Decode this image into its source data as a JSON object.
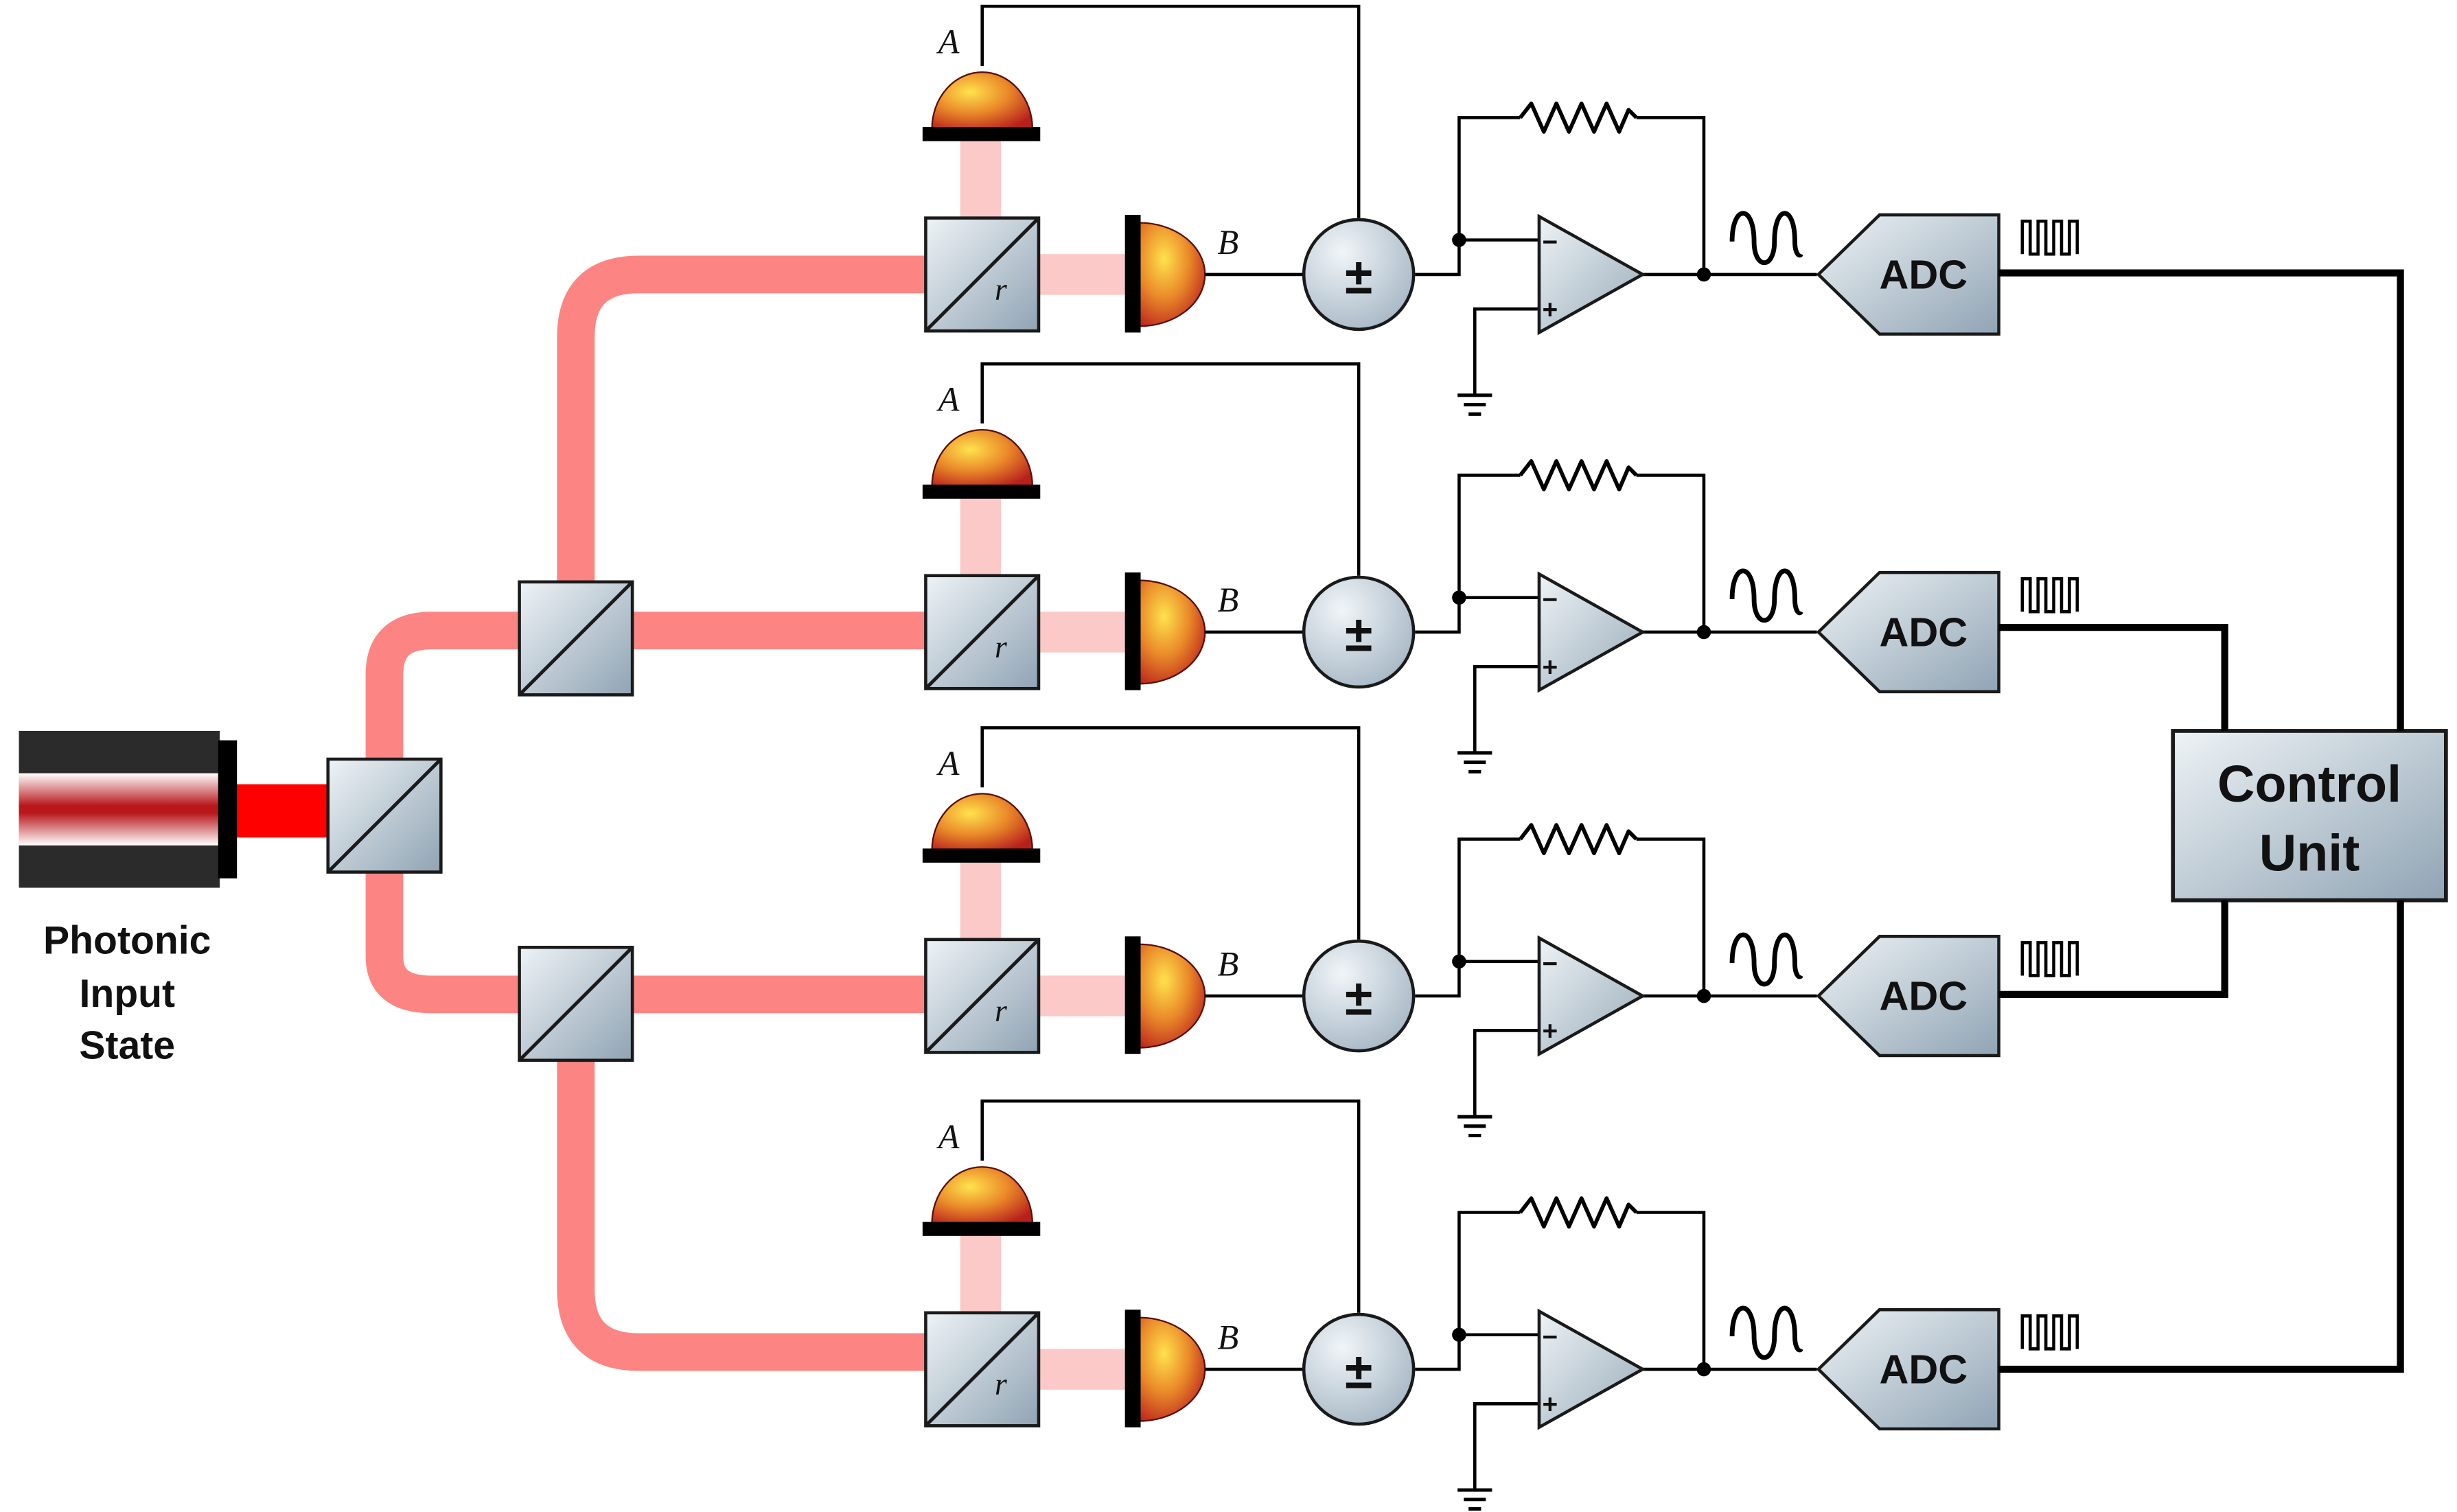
{
  "labels": {
    "source_line1": "Photonic",
    "source_line2": "Input",
    "source_line3": "State",
    "control_line1": "Control",
    "control_line2": "Unit"
  },
  "channels": [
    {
      "detector_a": "A",
      "detector_b": "B",
      "splitter_label": "r",
      "subtractor": "±",
      "opamp_minus": "−",
      "opamp_plus": "+",
      "adc": "ADC"
    },
    {
      "detector_a": "A",
      "detector_b": "B",
      "splitter_label": "r",
      "subtractor": "±",
      "opamp_minus": "−",
      "opamp_plus": "+",
      "adc": "ADC"
    },
    {
      "detector_a": "A",
      "detector_b": "B",
      "splitter_label": "r",
      "subtractor": "±",
      "opamp_minus": "−",
      "opamp_plus": "+",
      "adc": "ADC"
    },
    {
      "detector_a": "A",
      "detector_b": "B",
      "splitter_label": "r",
      "subtractor": "±",
      "opamp_minus": "−",
      "opamp_plus": "+",
      "adc": "ADC"
    }
  ],
  "colors": {
    "beam_main": "#fc8583",
    "beam_weak": "#fbc9c8",
    "beam_source": "#ff0000",
    "component_fill_light": "#ecf1f5",
    "component_fill_dark": "#93a6b6",
    "detector_hot": "#ffd84a",
    "detector_dark": "#c22a1e",
    "wire": "#000000"
  },
  "icons": {
    "analog_signal": "sine-wave-icon",
    "digital_signal": "square-wave-icon",
    "ground": "ground-icon",
    "feedback_resistor": "resistor-icon",
    "photodetector": "photodiode-icon",
    "beam_splitter": "beam-splitter-icon"
  }
}
